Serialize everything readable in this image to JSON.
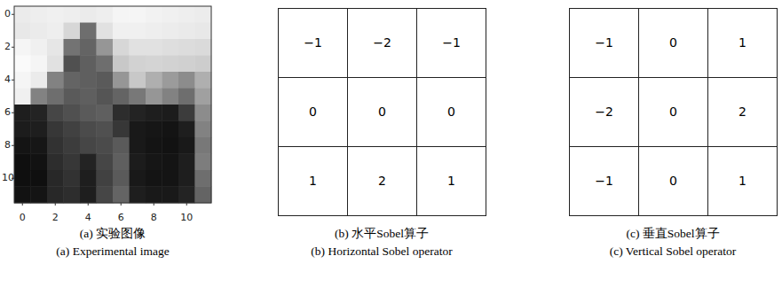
{
  "diagram": {
    "labels": [
      "0",
      "2",
      "4",
      "6",
      "8",
      "10",
      "0",
      "2",
      "4",
      "6",
      "8",
      "10",
      "−1",
      "−2",
      "−1",
      "0",
      "0",
      "0",
      "1",
      "2",
      "1",
      "−1",
      "0",
      "1",
      "−2",
      "0",
      "2",
      "−1",
      "0",
      "1",
      "(a) 实验图像",
      "(a) Experimental image",
      "(b) 水平Sobel算子",
      "(b) Horizontal Sobel operator",
      "(c) 垂直Sobel算子",
      "(c) Vertical Sobel operator"
    ]
  }
}
